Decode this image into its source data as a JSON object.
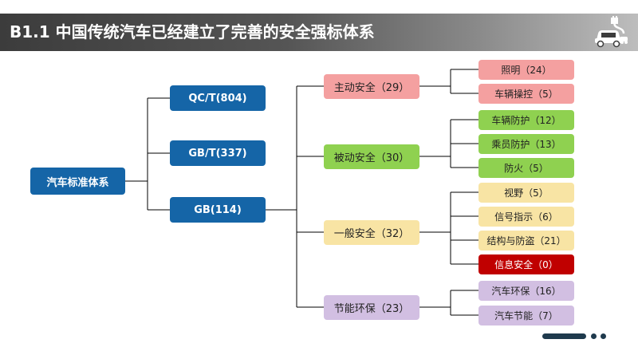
{
  "header": {
    "title": "B1.1  中国传统汽车已经建立了完善的安全强标体系",
    "logo_icon": "car-charging-icon"
  },
  "diagram": {
    "root": "汽车标准体系",
    "standards": [
      "QC/T(804)",
      "GB/T(337)",
      "GB(114)"
    ],
    "categories": [
      {
        "label": "主动安全（29）",
        "color": "#f4a0a0",
        "items": [
          "照明（24）",
          "车辆操控（5）"
        ]
      },
      {
        "label": "被动安全（30）",
        "color": "#8fd150",
        "items": [
          "车辆防护（12）",
          "乘员防护（13）",
          "防火（5）"
        ]
      },
      {
        "label": "一般安全（32）",
        "color": "#f8e4a4",
        "items": [
          "视野（5）",
          "信号指示（6）",
          "结构与防盗（21）",
          "信息安全（0）"
        ]
      },
      {
        "label": "节能环保（23）",
        "color": "#d2bfe2",
        "items": [
          "汽车环保（16）",
          "汽车节能（7）"
        ]
      }
    ],
    "highlight_color": "#c00000"
  }
}
